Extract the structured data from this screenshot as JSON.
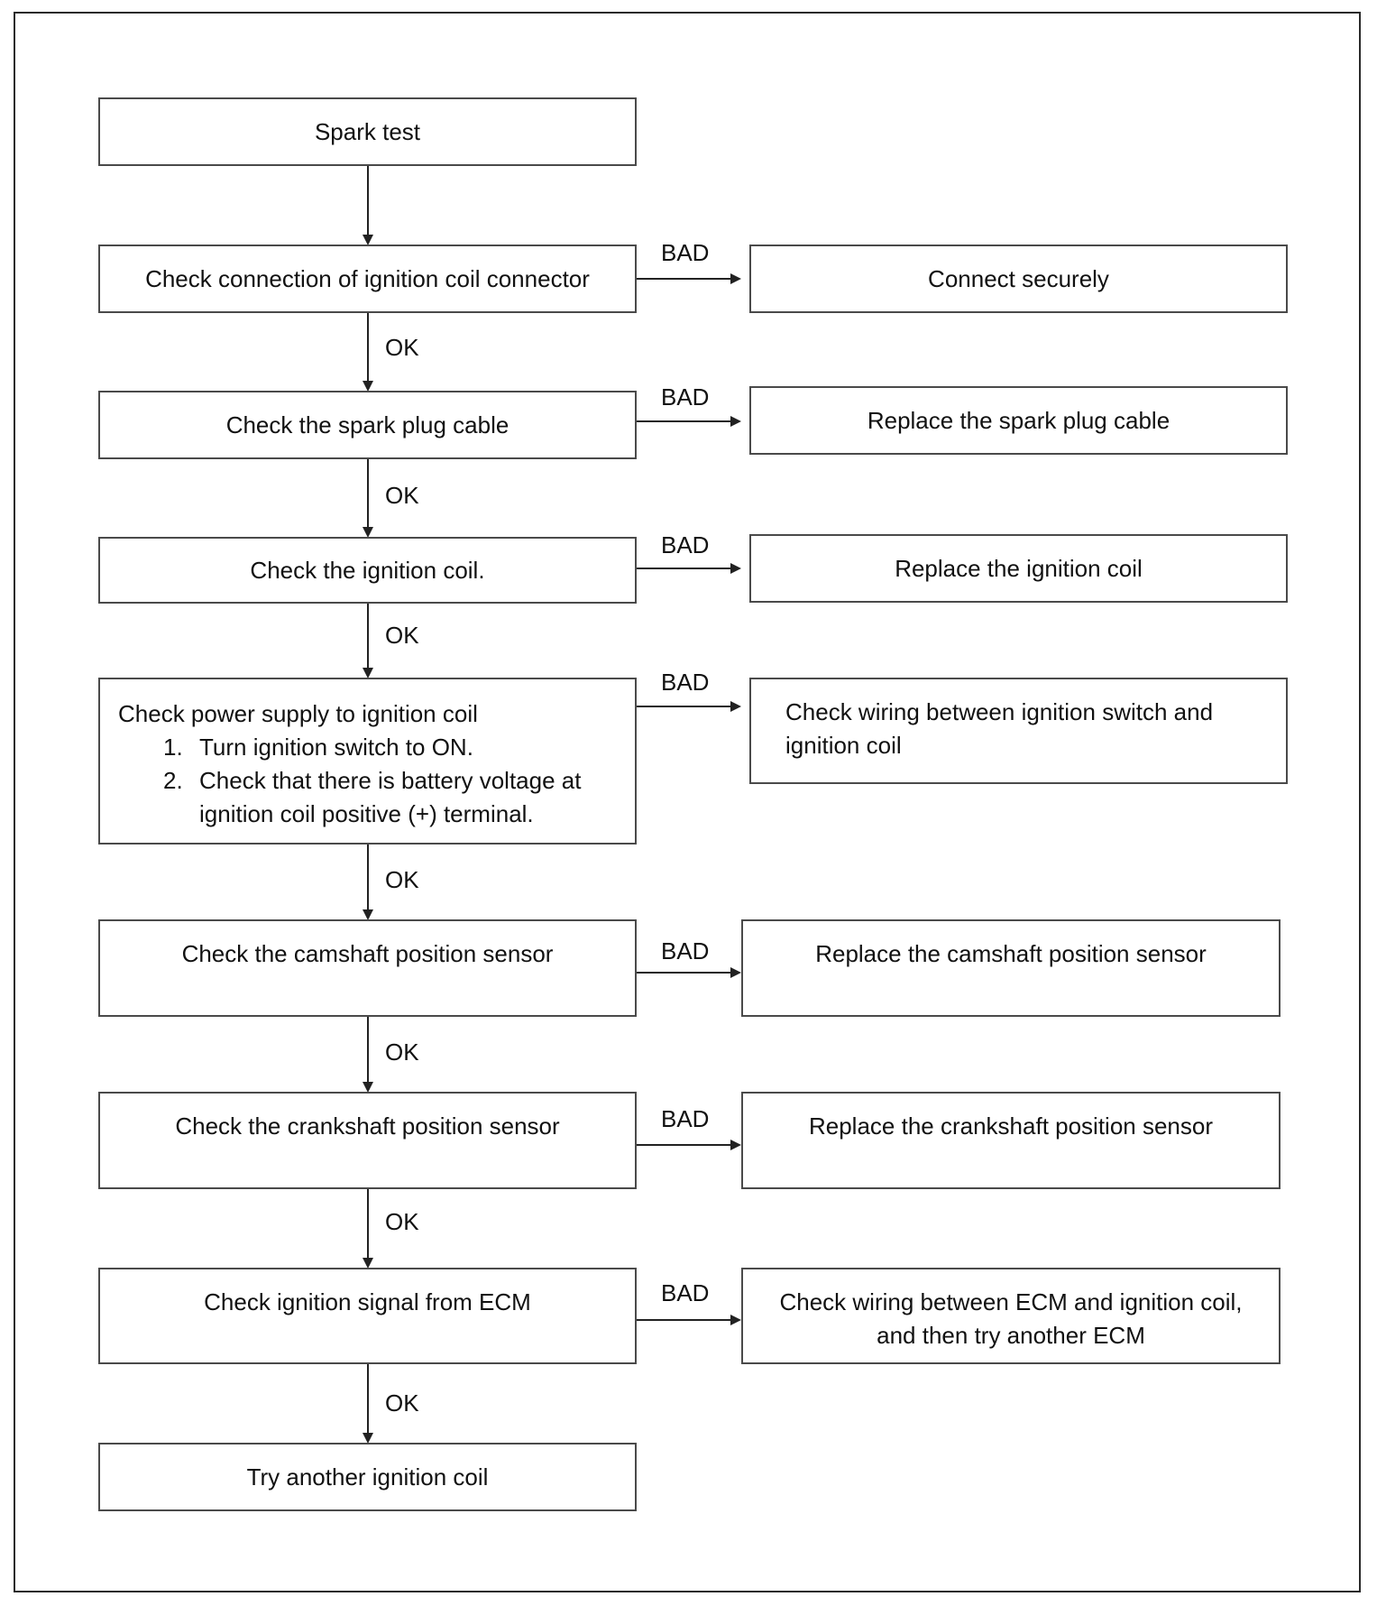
{
  "flowchart": {
    "main_steps": [
      "Spark test",
      "Check connection of ignition coil connector",
      "Check the spark plug cable",
      "Check the ignition coil.",
      "Check power supply to ignition coil",
      "Check the camshaft position sensor",
      "Check the crankshaft position sensor",
      "Check ignition signal from ECM",
      "Try another ignition coil"
    ],
    "power_supply_substeps": [
      {
        "num": "1.",
        "text": "Turn ignition switch to ON."
      },
      {
        "num": "2.",
        "text": "Check that there is battery voltage at ignition coil positive (+) terminal."
      }
    ],
    "remedies": [
      "Connect securely",
      "Replace the spark plug cable",
      "Replace the ignition coil",
      "Check wiring between ignition switch and ignition coil",
      "Replace the camshaft position sensor",
      "Replace the crankshaft position sensor",
      "Check wiring between ECM and ignition coil,",
      "and then try another ECM"
    ],
    "ok_label": "OK",
    "bad_label": "BAD"
  },
  "colors": {
    "line": "#222222",
    "box_border": "#4a4a4a"
  }
}
